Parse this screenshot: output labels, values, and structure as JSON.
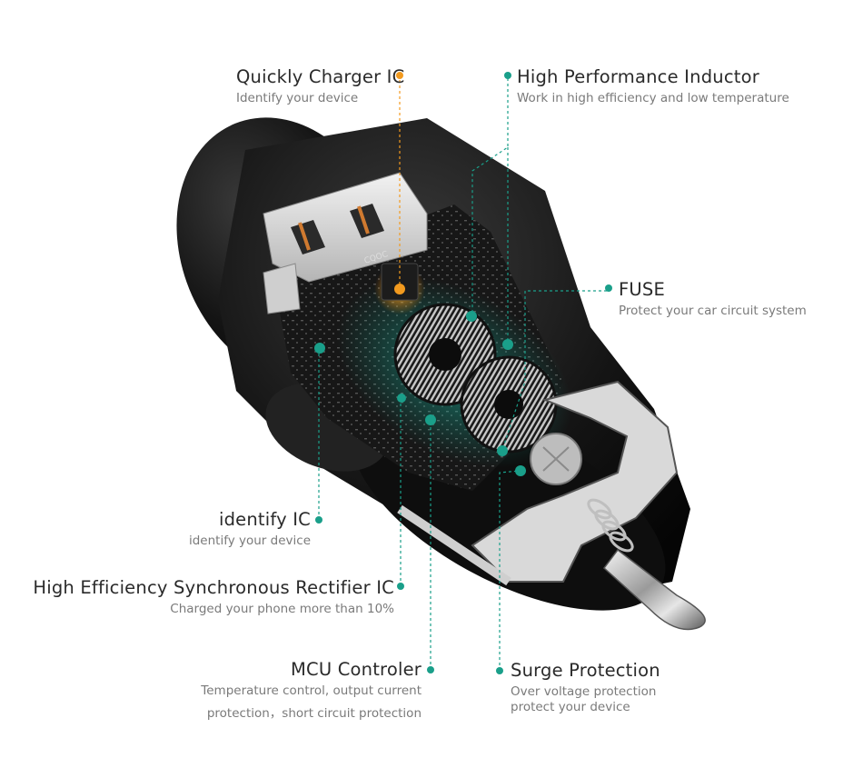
{
  "colors": {
    "teal": "#1a9f8a",
    "orange": "#f29a1f",
    "body": "#111111",
    "glow": "#18c0a8"
  },
  "callouts": [
    {
      "key": "charger",
      "title": "Quickly Charger IC",
      "desc": [
        "Identify your device"
      ],
      "color": "#f29a1f"
    },
    {
      "key": "inductor",
      "title": "High Performance Inductor",
      "desc": [
        "Work in high efficiency and low temperature"
      ],
      "color": "#1a9f8a"
    },
    {
      "key": "fuse",
      "title": "FUSE",
      "desc": [
        "Protect your car circuit system"
      ],
      "color": "#1a9f8a"
    },
    {
      "key": "identify",
      "title": "identify  IC",
      "desc": [
        "identify your device"
      ],
      "color": "#1a9f8a"
    },
    {
      "key": "rectifier",
      "title": "High Efficiency Synchronous Rectifier IC",
      "desc": [
        "Charged your phone more than 10%"
      ],
      "color": "#1a9f8a"
    },
    {
      "key": "mcu",
      "title": "MCU Controler",
      "desc": [
        "Temperature control, output current",
        "protection，short circuit protection"
      ],
      "color": "#1a9f8a"
    },
    {
      "key": "surge",
      "title": "Surge Protection",
      "desc": [
        "Over voltage protection",
        "protect your device"
      ],
      "color": "#1a9f8a"
    }
  ],
  "chip_marking": "CQOC"
}
